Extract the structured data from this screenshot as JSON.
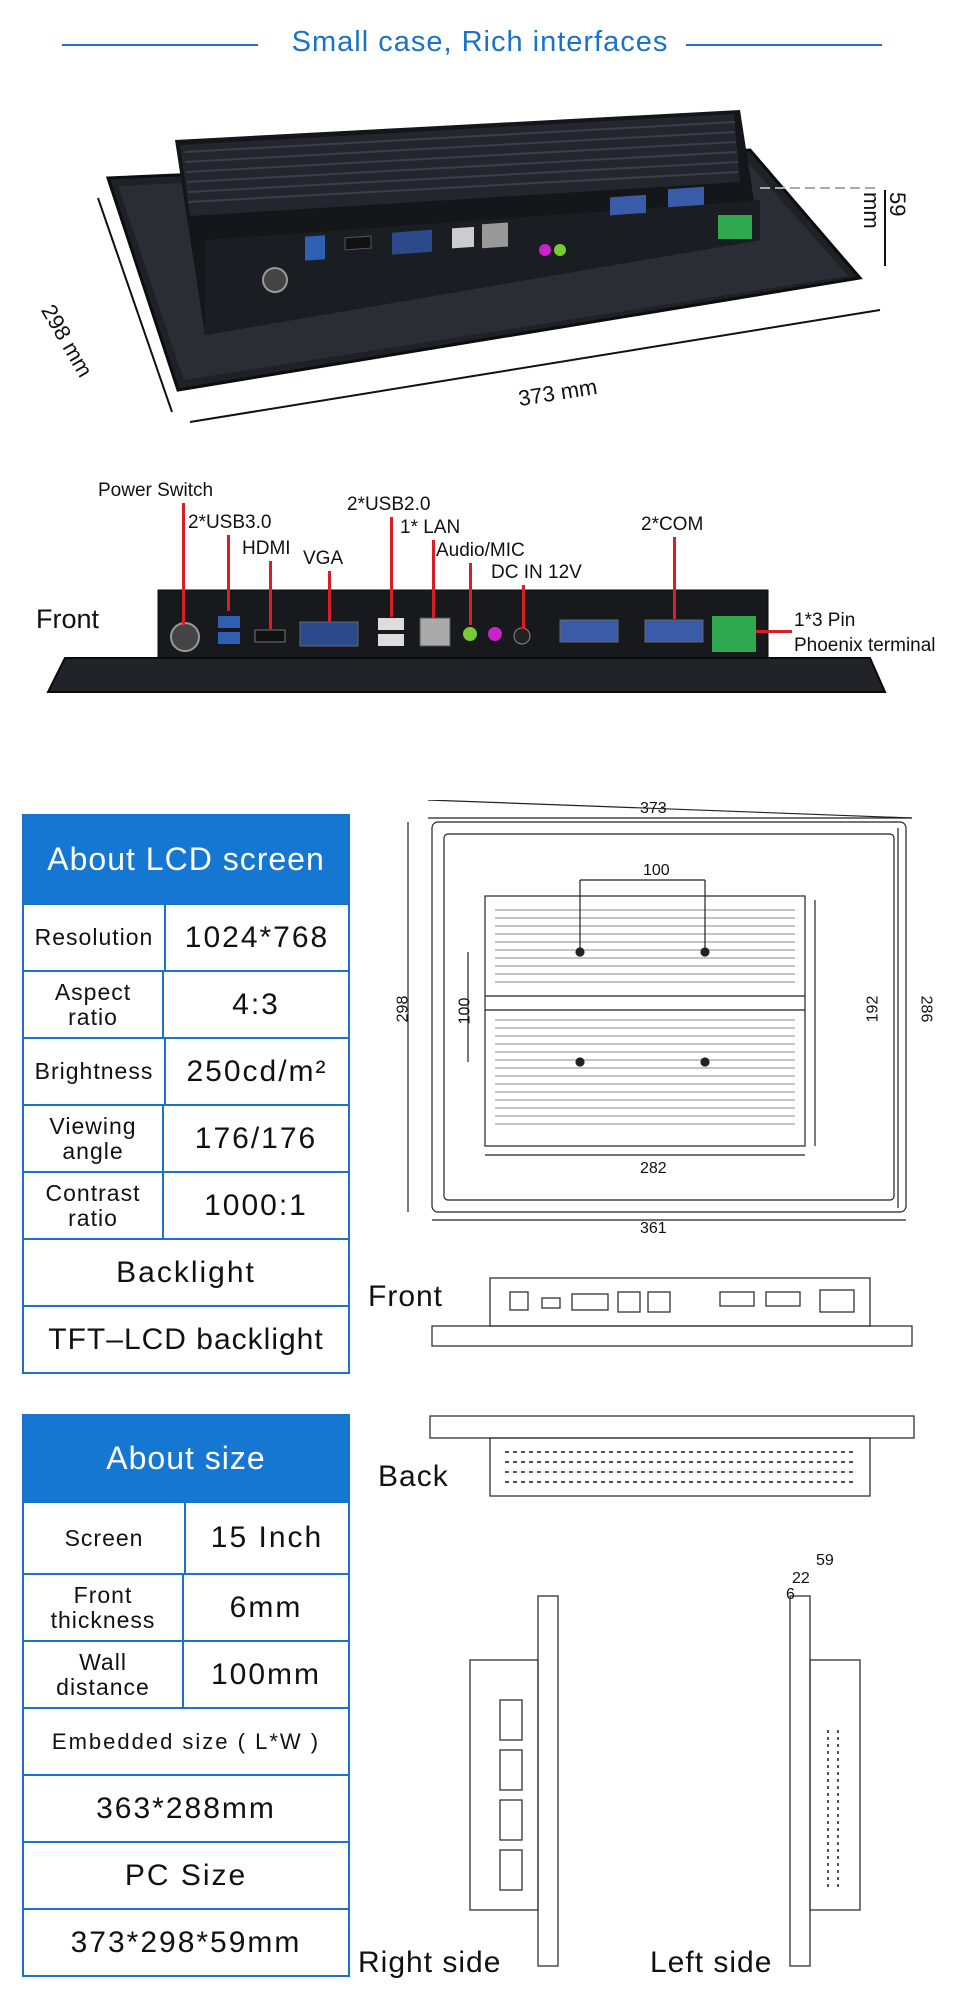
{
  "header": {
    "title": "Small case, Rich interfaces"
  },
  "photo": {
    "depth_label": "298 mm",
    "width_label": "373 mm",
    "height_label": "59 mm"
  },
  "ports": {
    "front_label": "Front",
    "power_switch": "Power Switch",
    "usb3": "2*USB3.0",
    "hdmi": "HDMI",
    "vga": "VGA",
    "usb2": "2*USB2.0",
    "lan": "1* LAN",
    "audio": "Audio/MIC",
    "dc": "DC IN 12V",
    "com": "2*COM",
    "pin": "1*3 Pin",
    "phoenix": "Phoenix terminal"
  },
  "lcd_table": {
    "title": "About LCD screen",
    "rows": [
      {
        "label": "Resolution",
        "value": "1024*768"
      },
      {
        "label": "Aspect ratio",
        "value": "4:3"
      },
      {
        "label": "Brightness",
        "value": "250cd/m²"
      },
      {
        "label": "Viewing angle",
        "value": "176/176"
      },
      {
        "label": "Contrast ratio",
        "value": "1000:1"
      }
    ],
    "backlight_header": "Backlight",
    "backlight_value": "TFT–LCD backlight"
  },
  "size_table": {
    "title": "About size",
    "rows": [
      {
        "label": "Screen",
        "value": "15 Inch"
      },
      {
        "label": "Front thickness",
        "value": "6mm"
      },
      {
        "label": "Wall distance",
        "value": "100mm"
      }
    ],
    "embedded_header": "Embedded size ( L*W )",
    "embedded_value": "363*288mm",
    "pc_header": "PC Size",
    "pc_value": "373*298*59mm"
  },
  "drawing": {
    "w_outer": "373",
    "w_hole": "100",
    "h_outer": "298",
    "h_inner": "286",
    "v_hole": "100",
    "v_192": "192",
    "w_282": "282",
    "w_361": "361",
    "front_caption": "Front",
    "back_caption": "Back",
    "right_caption": "Right side",
    "left_caption": "Left side",
    "side_59": "59",
    "side_22": "22",
    "side_6": "6"
  }
}
